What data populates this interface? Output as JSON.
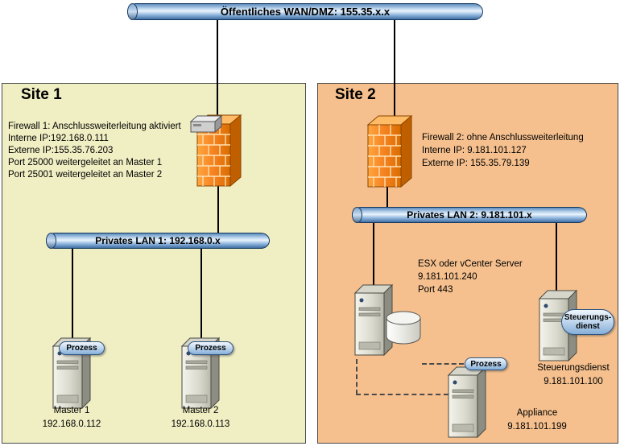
{
  "wan": {
    "label": "Öffentliches WAN/DMZ: 155.35.x.x",
    "icon": "network-pipe"
  },
  "site1": {
    "title": "Site 1",
    "firewall": {
      "icon": "firewall-brick-wall-with-router",
      "info_lines": [
        "Firewall 1: Anschlussweiterleitung aktiviert",
        "Interne IP:192.168.0.111",
        "Externe IP:155.35.76.203",
        "Port 25000 weitergeleitet an Master 1",
        "Port 25001 weitergeleitet an Master 2"
      ]
    },
    "lan": {
      "label": "Privates LAN 1: 192.168.0.x",
      "icon": "network-pipe"
    },
    "nodes": [
      {
        "icon": "server-tower",
        "badge": "Prozess",
        "name": "Master 1",
        "ip": "192.168.0.112"
      },
      {
        "icon": "server-tower",
        "badge": "Prozess",
        "name": "Master 2",
        "ip": "192.168.0.113"
      }
    ]
  },
  "site2": {
    "title": "Site 2",
    "firewall": {
      "icon": "firewall-brick-wall",
      "info_lines": [
        "Firewall 2: ohne Anschlussweiterleitung",
        "Interne IP: 9.181.101.127",
        "Externe IP: 155.35.79.139"
      ]
    },
    "lan": {
      "label": "Privates LAN 2: 9.181.101.x",
      "icon": "network-pipe"
    },
    "esx": {
      "icon": "server-tower-with-database",
      "info_lines": [
        "ESX oder vCenter Server",
        "9.181.101.240",
        "Port 443"
      ]
    },
    "steuerung": {
      "icon": "server-tower",
      "badge_lines": [
        "Steuerungs-",
        "dienst"
      ],
      "name": "Steuerungsdienst",
      "ip": "9.181.101.100"
    },
    "appliance": {
      "icon": "server-tower",
      "badge": "Prozess",
      "name": "Appliance",
      "ip": "9.181.101.199"
    }
  },
  "colors": {
    "site1_bg": "#f0eec3",
    "site2_bg": "#f5c08e",
    "pipe_blue": "#6f9cc8",
    "firewall_orange": "#f58220",
    "badge_blue": "#a9c7e5"
  }
}
